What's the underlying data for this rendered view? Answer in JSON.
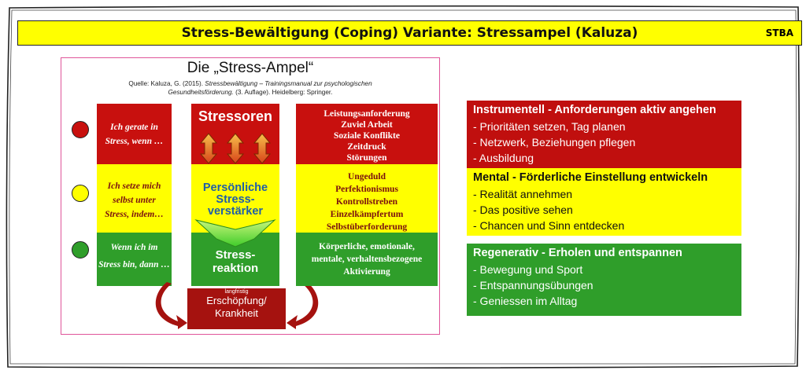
{
  "header": {
    "title": "Stress-Bewältigung (Coping) Variante: Stressampel (Kaluza)",
    "tag": "STBA"
  },
  "ampel": {
    "title": "Die „Stress-Ampel“",
    "source_line1_plain": "Quelle: Kaluza, G. (2015). ",
    "source_line1_italic": "Stressbewältigung – Trainingsmanual zur psychologischen",
    "source_line2_italic": "Gesundheitsförderung.",
    "source_line2_plain": " (3. Auflage). Heidelberg: Springer.",
    "rows": [
      {
        "color": "#c8100e",
        "prompt_line1": "Ich gerate in",
        "prompt_line2": "Stress, wenn …"
      },
      {
        "color": "#ffff00",
        "prompt_line1": "Ich setze mich",
        "prompt_line2": "selbst unter",
        "prompt_line3": "Stress, indem…"
      },
      {
        "color": "#2f9e2a",
        "prompt_line1": "Wenn ich im",
        "prompt_line2": "Stress bin, dann …"
      }
    ],
    "mid": {
      "stressoren": "Stressoren",
      "verstaerker_1": "Persönliche",
      "verstaerker_2": "Stress-",
      "verstaerker_3": "verstärker",
      "reaktion_1": "Stress-",
      "reaktion_2": "reaktion",
      "langfristig": "langfristig",
      "erschoepfung_1": "Erschöpfung/",
      "erschoepfung_2": "Krankheit"
    },
    "right_lists": {
      "red": [
        "Leistungsanforderung",
        "Zuviel Arbeit",
        "Soziale Konflikte",
        "Zeitdruck",
        "Störungen"
      ],
      "yellow": [
        "Ungeduld",
        "Perfektionismus",
        "Kontrollstreben",
        "Einzelkämpfertum",
        "Selbstüberforderung"
      ],
      "green": [
        "Körperliche, emotionale,",
        "mentale, verhaltensbezogene",
        "Aktivierung"
      ]
    }
  },
  "strategies": [
    {
      "title": "Instrumentell - Anforderungen aktiv angehen",
      "bg": "#c00f0e",
      "fg": "#ffffff",
      "items": [
        "- Prioritäten setzen, Tag planen",
        "- Netzwerk, Beziehungen pflegen",
        "- Ausbildung"
      ]
    },
    {
      "title": "Mental - Förderliche Einstellung entwickeln",
      "bg": "#ffff00",
      "fg": "#111111",
      "items": [
        "- Realität annehmen",
        "- Das positive sehen",
        "- Chancen und Sinn entdecken"
      ]
    },
    {
      "title": "Regenerativ - Erholen und entspannen",
      "bg": "#2f9e2a",
      "fg": "#ffffff",
      "items": [
        "- Bewegung und Sport",
        "- Entspannungsübungen",
        "- Geniessen im Alltag"
      ]
    }
  ],
  "colors": {
    "red": "#c00f0e",
    "yellow": "#ffff00",
    "green": "#2f9e2a",
    "header": "#ffff00"
  }
}
